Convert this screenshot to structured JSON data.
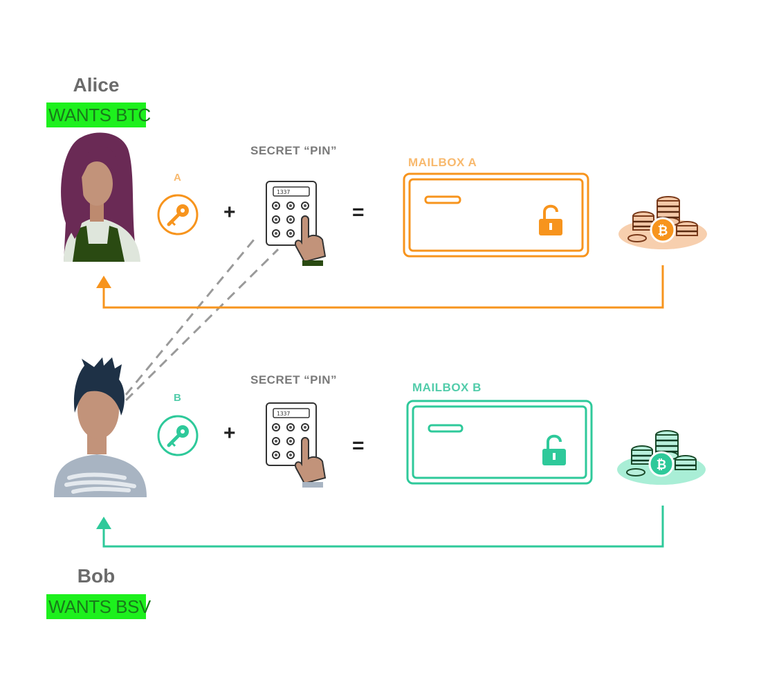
{
  "alice": {
    "name": "Alice",
    "wants": "WANTS BTC",
    "key_label": "A",
    "mailbox_label": "MAILBOX A"
  },
  "bob": {
    "name": "Bob",
    "wants": "WANTS BSV",
    "key_label": "B",
    "mailbox_label": "MAILBOX B"
  },
  "secret_pin_label": "SECRET “PIN”",
  "keypad_display": "1337",
  "operators": {
    "plus": "+",
    "equals": "="
  },
  "coin_symbol": "₿",
  "colors": {
    "alice_accent": "#f7941d",
    "bob_accent": "#2ec99a",
    "wants_highlight": "#1df01d",
    "dashed_line": "#9a9a9a"
  },
  "icons": [
    "person-icon",
    "key-icon",
    "keypad-icon",
    "hand-icon",
    "mailbox-icon",
    "open-lock-icon",
    "coin-stack-icon",
    "bitcoin-coin-icon",
    "arrow-icon"
  ]
}
